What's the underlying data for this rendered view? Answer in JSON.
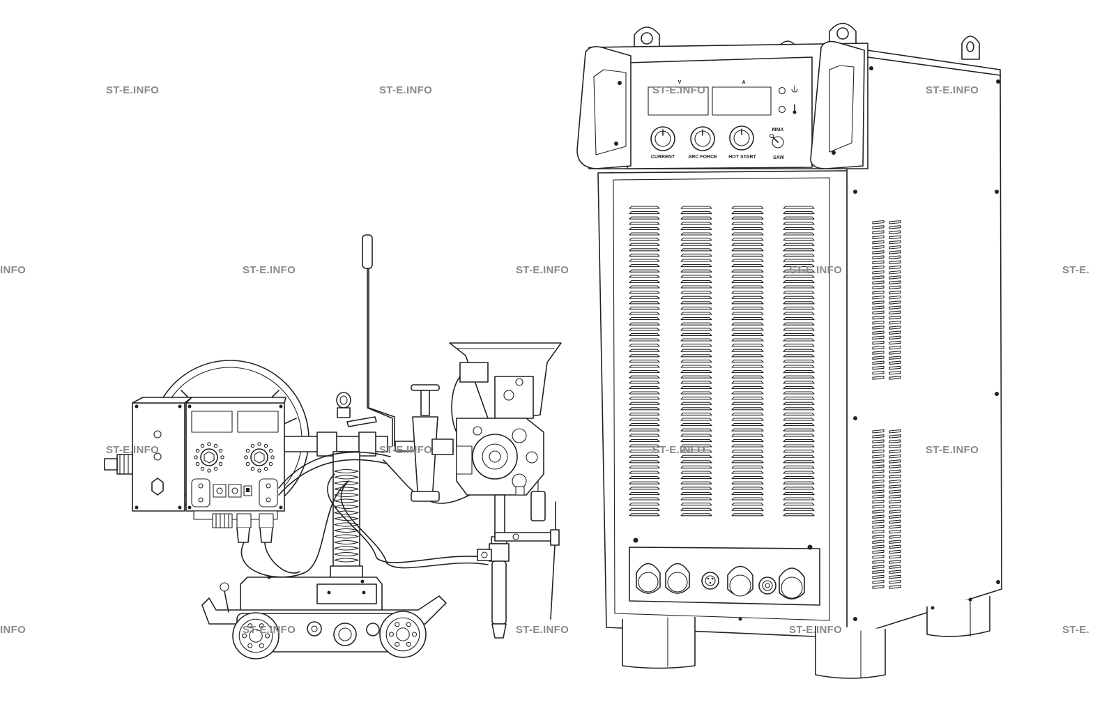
{
  "watermark": "ST-E.INFO",
  "watermark_partial": "INFO",
  "watermark_partial_right": "ST-E.",
  "power_source": {
    "meter_voltage_label": "V",
    "meter_current_label": "A",
    "power_symbol": "⏻",
    "thermal_symbol": "🌡",
    "knob_current_label": "CURRENT",
    "knob_arc_force_label": "ARC FORCE",
    "knob_hot_start_label": "HOT START",
    "mode_top_label": "MMA",
    "mode_bottom_label": "SAW"
  },
  "colors": {
    "line": "#222222",
    "watermark": "#8a8a8a",
    "background": "#ffffff"
  }
}
